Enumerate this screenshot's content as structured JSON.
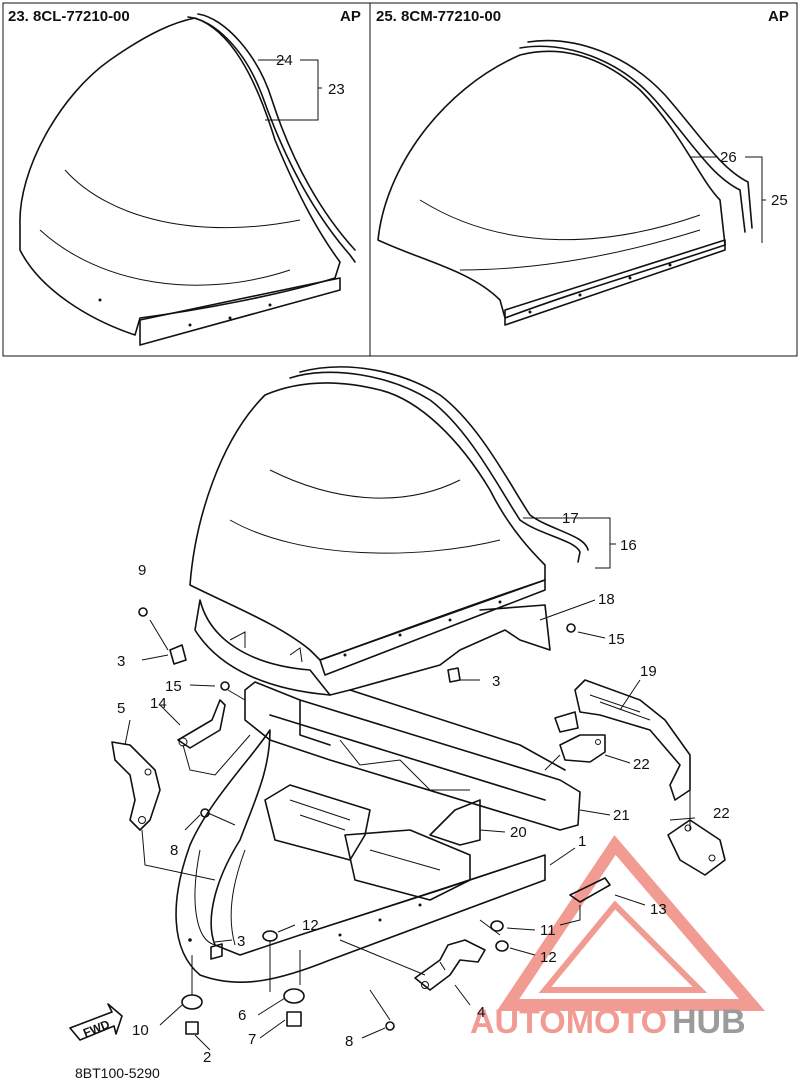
{
  "insets": [
    {
      "title": "23. 8CL-77210-00",
      "badge": "AP",
      "labels": [
        "24",
        "23"
      ]
    },
    {
      "title": "25. 8CM-77210-00",
      "badge": "AP",
      "labels": [
        "26",
        "25"
      ]
    }
  ],
  "callouts": [
    {
      "id": "c17",
      "text": "17"
    },
    {
      "id": "c16",
      "text": "16"
    },
    {
      "id": "c18",
      "text": "18"
    },
    {
      "id": "c15a",
      "text": "15"
    },
    {
      "id": "c9",
      "text": "9"
    },
    {
      "id": "c3a",
      "text": "3"
    },
    {
      "id": "c3b",
      "text": "3"
    },
    {
      "id": "c15b",
      "text": "15"
    },
    {
      "id": "c14",
      "text": "14"
    },
    {
      "id": "c5",
      "text": "5"
    },
    {
      "id": "c19",
      "text": "19"
    },
    {
      "id": "c22a",
      "text": "22"
    },
    {
      "id": "c22b",
      "text": "22"
    },
    {
      "id": "c21",
      "text": "21"
    },
    {
      "id": "c20",
      "text": "20"
    },
    {
      "id": "c8a",
      "text": "8"
    },
    {
      "id": "c1",
      "text": "1"
    },
    {
      "id": "c13",
      "text": "13"
    },
    {
      "id": "c12a",
      "text": "12"
    },
    {
      "id": "c11",
      "text": "11"
    },
    {
      "id": "c12b",
      "text": "12"
    },
    {
      "id": "c3c",
      "text": "3"
    },
    {
      "id": "c4",
      "text": "4"
    },
    {
      "id": "c10",
      "text": "10"
    },
    {
      "id": "c6",
      "text": "6"
    },
    {
      "id": "c7",
      "text": "7"
    },
    {
      "id": "c2",
      "text": "2"
    },
    {
      "id": "c8b",
      "text": "8"
    }
  ],
  "fwd_label": "FWD",
  "diagram_code": "8BT100-5290",
  "watermark": {
    "part1": "AUTOMOTO",
    "part2": "HUB",
    "color1": "#f08a80",
    "color2": "#8a8a8a"
  }
}
